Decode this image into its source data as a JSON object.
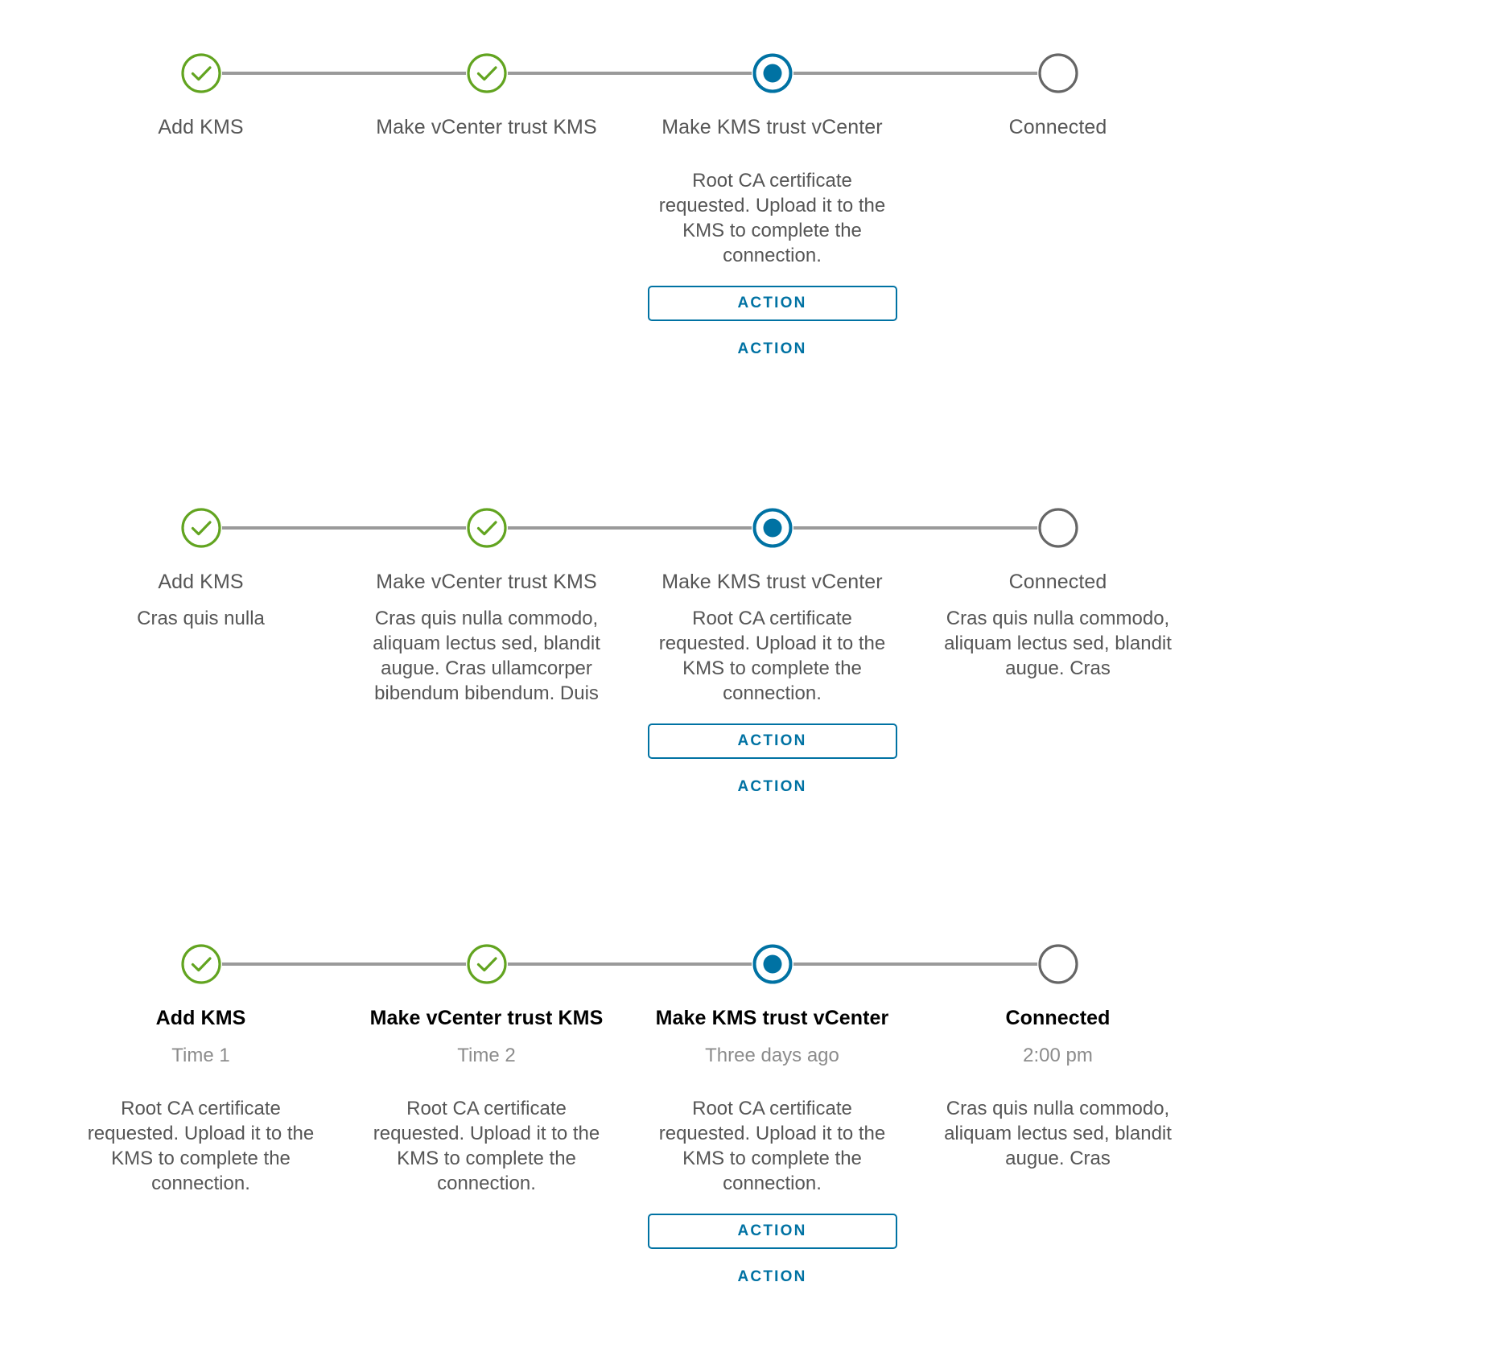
{
  "colors": {
    "complete": "#62a420",
    "active": "#0072a3",
    "inactive": "#666666",
    "connector": "#9a9a9a",
    "label": "#565656",
    "label_strong": "#000000",
    "time": "#8c8c8c"
  },
  "common": {
    "root_ca_text": "Root CA certificate requested. Upload it to the KMS to complete the connection.",
    "action_button_label": "ACTION",
    "action_link_label": "ACTION"
  },
  "timelines": [
    {
      "id": "stepper-compact",
      "steps": [
        {
          "label": "Add KMS",
          "state": "complete",
          "icon": "check-circle-icon"
        },
        {
          "label": "Make vCenter trust KMS",
          "state": "complete",
          "icon": "check-circle-icon"
        },
        {
          "label": "Make KMS trust vCenter",
          "state": "active",
          "icon": "current-dot-icon",
          "description": "Root CA certificate requested. Upload it to the KMS to complete the connection.",
          "action_button": "ACTION",
          "action_link": "ACTION"
        },
        {
          "label": "Connected",
          "state": "inactive",
          "icon": "empty-circle-icon"
        }
      ]
    },
    {
      "id": "stepper-with-descriptions",
      "steps": [
        {
          "label": "Add KMS",
          "state": "complete",
          "icon": "check-circle-icon",
          "description": "Cras quis nulla"
        },
        {
          "label": "Make vCenter trust KMS",
          "state": "complete",
          "icon": "check-circle-icon",
          "description": "Cras quis nulla commodo, aliquam lectus sed, blandit augue. Cras ullamcorper bibendum bibendum. Duis"
        },
        {
          "label": "Make KMS trust vCenter",
          "state": "active",
          "icon": "current-dot-icon",
          "description": "Root CA certificate requested. Upload it to the KMS to complete the connection.",
          "action_button": "ACTION",
          "action_link": "ACTION"
        },
        {
          "label": "Connected",
          "state": "inactive",
          "icon": "empty-circle-icon",
          "description": "Cras quis nulla commodo, aliquam lectus sed, blandit augue. Cras"
        }
      ]
    },
    {
      "id": "stepper-with-timestamps",
      "steps": [
        {
          "label": "Add KMS",
          "state": "complete",
          "icon": "check-circle-icon",
          "time": "Time 1",
          "description": "Root CA certificate requested. Upload it to the KMS to complete the connection."
        },
        {
          "label": "Make vCenter trust KMS",
          "state": "complete",
          "icon": "check-circle-icon",
          "time": "Time 2",
          "description": "Root CA certificate requested. Upload it to the KMS to complete the connection."
        },
        {
          "label": "Make KMS trust vCenter",
          "state": "active",
          "icon": "current-dot-icon",
          "time": "Three days ago",
          "description": "Root CA certificate requested. Upload it to the KMS to complete the connection.",
          "action_button": "ACTION",
          "action_link": "ACTION"
        },
        {
          "label": "Connected",
          "state": "inactive",
          "icon": "empty-circle-icon",
          "time": "2:00 pm",
          "description": "Cras quis nulla commodo, aliquam lectus sed, blandit augue. Cras"
        }
      ]
    }
  ]
}
